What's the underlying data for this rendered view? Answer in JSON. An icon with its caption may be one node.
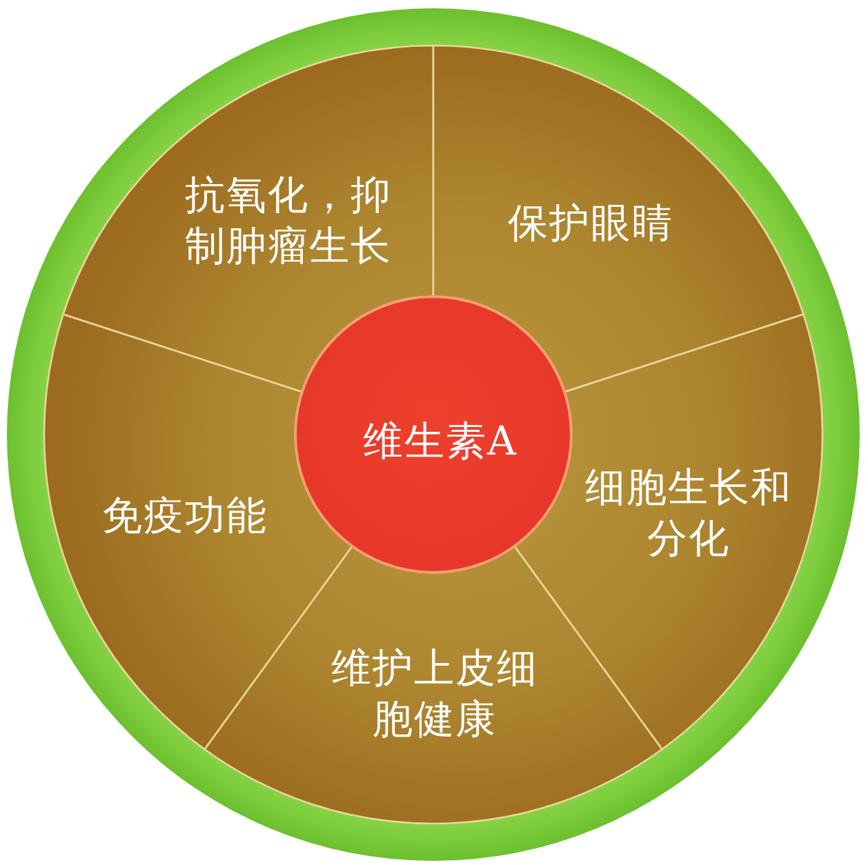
{
  "diagram": {
    "nodes": [
      {
        "text": [
          "维生素A"
        ]
      },
      {
        "text": [
          "抗氧化，抑制肿瘤生长"
        ]
      },
      {
        "text": [
          "保护眼睛"
        ]
      },
      {
        "text": [
          "细胞生长和分化"
        ]
      },
      {
        "text": [
          "维护上皮细胞健康"
        ]
      },
      {
        "text": [
          "免疫功能"
        ]
      }
    ]
  }
}
